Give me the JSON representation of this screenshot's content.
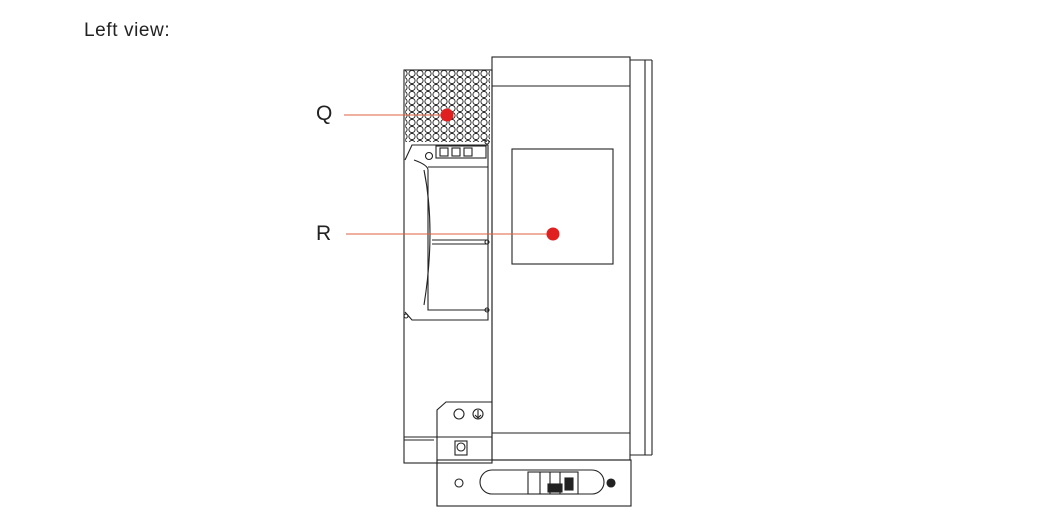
{
  "caption": "Left view:",
  "callouts": [
    {
      "id": "Q",
      "label": "Q"
    },
    {
      "id": "R",
      "label": "R"
    }
  ],
  "colors": {
    "marker": "#e02020",
    "leader": "#e06040",
    "line": "#222222"
  }
}
